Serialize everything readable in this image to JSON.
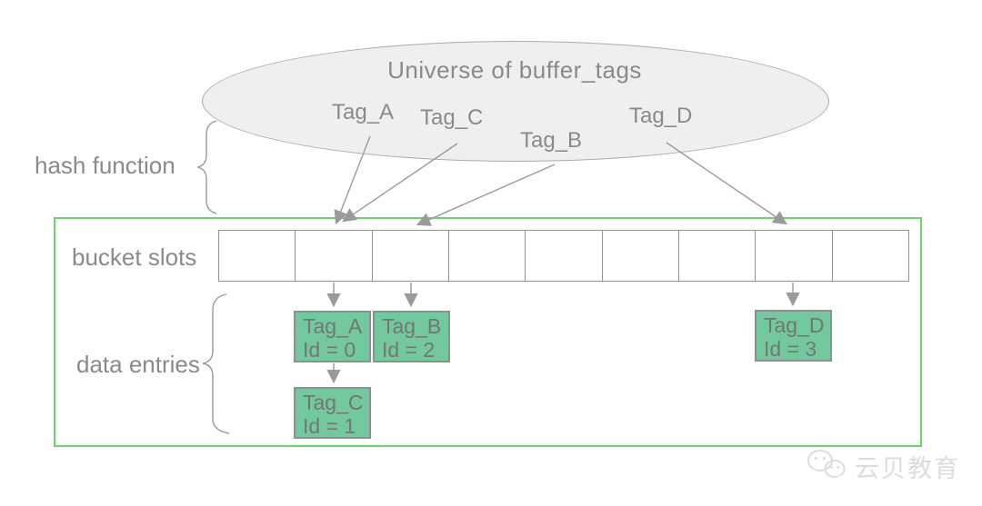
{
  "universe": {
    "title": "Universe of buffer_tags",
    "tags": [
      {
        "label": "Tag_A"
      },
      {
        "label": "Tag_C"
      },
      {
        "label": "Tag_B"
      },
      {
        "label": "Tag_D"
      }
    ]
  },
  "labels": {
    "hash_function": "hash function",
    "bucket_slots": "bucket slots",
    "data_entries": "data entries"
  },
  "slots": {
    "count": 9
  },
  "entries": [
    {
      "tag": "Tag_A",
      "id_text": "Id = 0"
    },
    {
      "tag": "Tag_B",
      "id_text": "Id = 2"
    },
    {
      "tag": "Tag_C",
      "id_text": "Id = 1"
    },
    {
      "tag": "Tag_D",
      "id_text": "Id = 3"
    }
  ],
  "hash_mapping": [
    {
      "tag": "Tag_A",
      "slot": 2
    },
    {
      "tag": "Tag_C",
      "slot": 2,
      "chained_after": "Tag_A"
    },
    {
      "tag": "Tag_B",
      "slot": 3
    },
    {
      "tag": "Tag_D",
      "slot": 8
    }
  ],
  "colors": {
    "outer_box_green": "#63db63",
    "entry_fill_green": "#73c99e",
    "ellipse_fill": "#efefef",
    "gray_text": "#8a8a8a",
    "line_gray": "#9a9a9a"
  },
  "watermark": {
    "text": "云贝教育"
  }
}
